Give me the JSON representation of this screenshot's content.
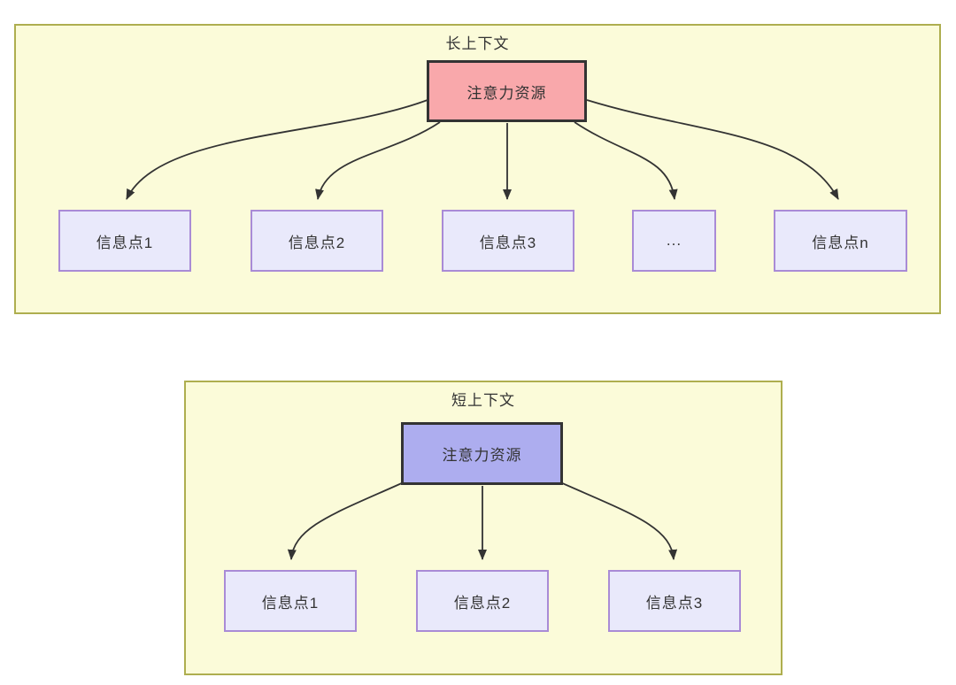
{
  "diagram": {
    "long_context": {
      "title": "长上下文",
      "root": {
        "label": "注意力资源"
      },
      "children": [
        {
          "label": "信息点1"
        },
        {
          "label": "信息点2"
        },
        {
          "label": "信息点3"
        },
        {
          "label": "..."
        },
        {
          "label": "信息点n"
        }
      ]
    },
    "short_context": {
      "title": "短上下文",
      "root": {
        "label": "注意力资源"
      },
      "children": [
        {
          "label": "信息点1"
        },
        {
          "label": "信息点2"
        },
        {
          "label": "信息点3"
        }
      ]
    },
    "colors": {
      "container_fill": "#fbfbd9",
      "container_border": "#aeae4f",
      "long_root_fill": "#f9a8ab",
      "short_root_fill": "#adadef",
      "root_border": "#333333",
      "child_fill": "#e9e9fb",
      "child_border": "#a98bd6",
      "arrow": "#333333",
      "text": "#333333"
    }
  }
}
